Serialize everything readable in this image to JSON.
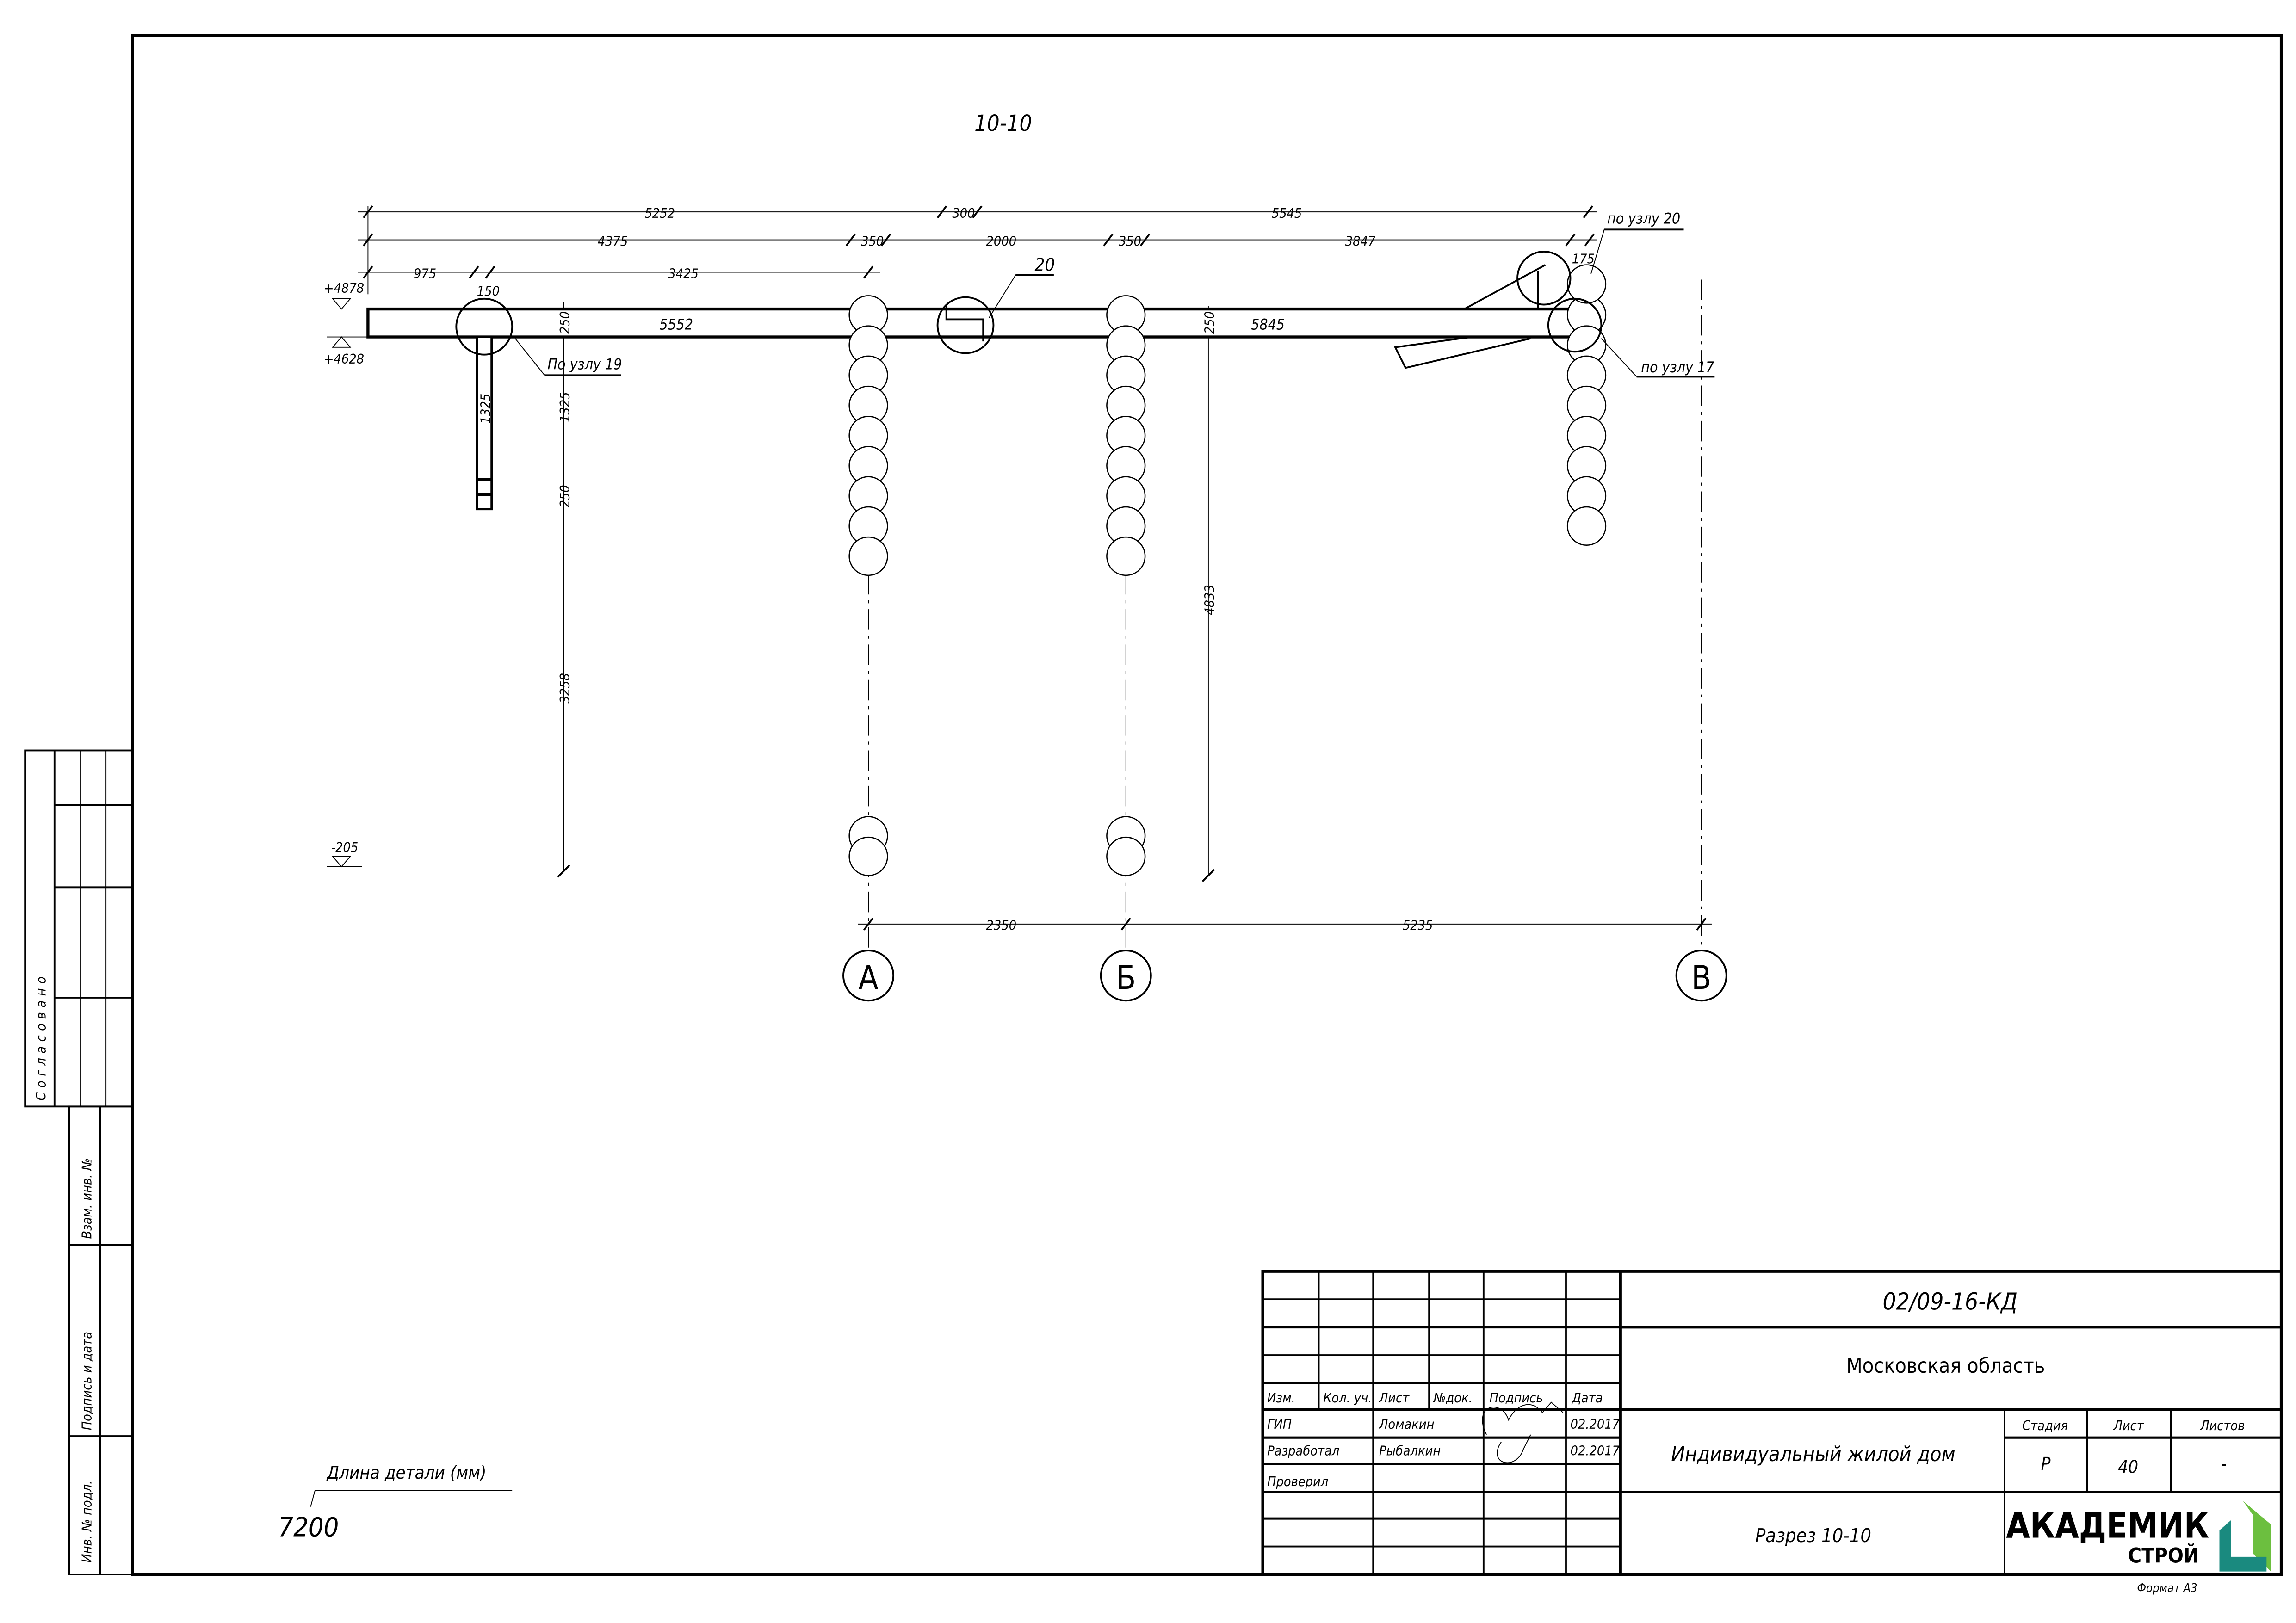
{
  "section_title": "10-10",
  "dimensions": {
    "top_row": [
      "5252",
      "300",
      "5545"
    ],
    "second_row": [
      "4375",
      "350",
      "2000",
      "350",
      "3847"
    ],
    "third_row": [
      "975",
      "3425"
    ],
    "d150": "150",
    "d175": "175",
    "beam_left": "5552",
    "beam_right": "5845",
    "d250a": "250",
    "d250b": "250",
    "d250c": "250",
    "d1325a": "1325",
    "d1325b": "1325",
    "d3258": "3258",
    "d4833": "4833",
    "axis_row": [
      "2350",
      "5235"
    ]
  },
  "levels": {
    "top": "+4878",
    "bottom": "+4628",
    "floor": "-205"
  },
  "callouts": {
    "node19": "По узлу 19",
    "node20": "по узлу 20",
    "node17": "по узлу 17",
    "mark20": "20"
  },
  "axes": [
    "А",
    "Б",
    "В"
  ],
  "part_length": {
    "label": "Длина детали (мм)",
    "value": "7200"
  },
  "left_strip": {
    "agreed": "Согласовано",
    "inv_replace": "Взам. инв. №",
    "sign_date": "Подпись и дата",
    "inv_orig": "Инв. № подл."
  },
  "title_block": {
    "doc_code": "02/09-16-КД",
    "region": "Московская область",
    "object": "Индивидуальный жилой дом",
    "sheet_title": "Разрез 10-10",
    "headers": [
      "Изм.",
      "Кол. уч.",
      "Лист",
      "№док.",
      "Подпись",
      "Дата"
    ],
    "rows": [
      {
        "role": "ГИП",
        "name": "Ломакин",
        "date": "02.2017"
      },
      {
        "role": "Разработал",
        "name": "Рыбалкин",
        "date": "02.2017"
      },
      {
        "role": "Проверил",
        "name": "",
        "date": ""
      }
    ],
    "stage_label": "Стадия",
    "sheet_label": "Лист",
    "sheets_label": "Листов",
    "stage": "Р",
    "sheet": "40",
    "sheets": "-",
    "logo_main": "АКАДЕМИК",
    "logo_sub": "СТРОЙ",
    "logo_green": "#6cbf3f",
    "logo_teal": "#1a8a7f"
  },
  "format": "Формат А3"
}
